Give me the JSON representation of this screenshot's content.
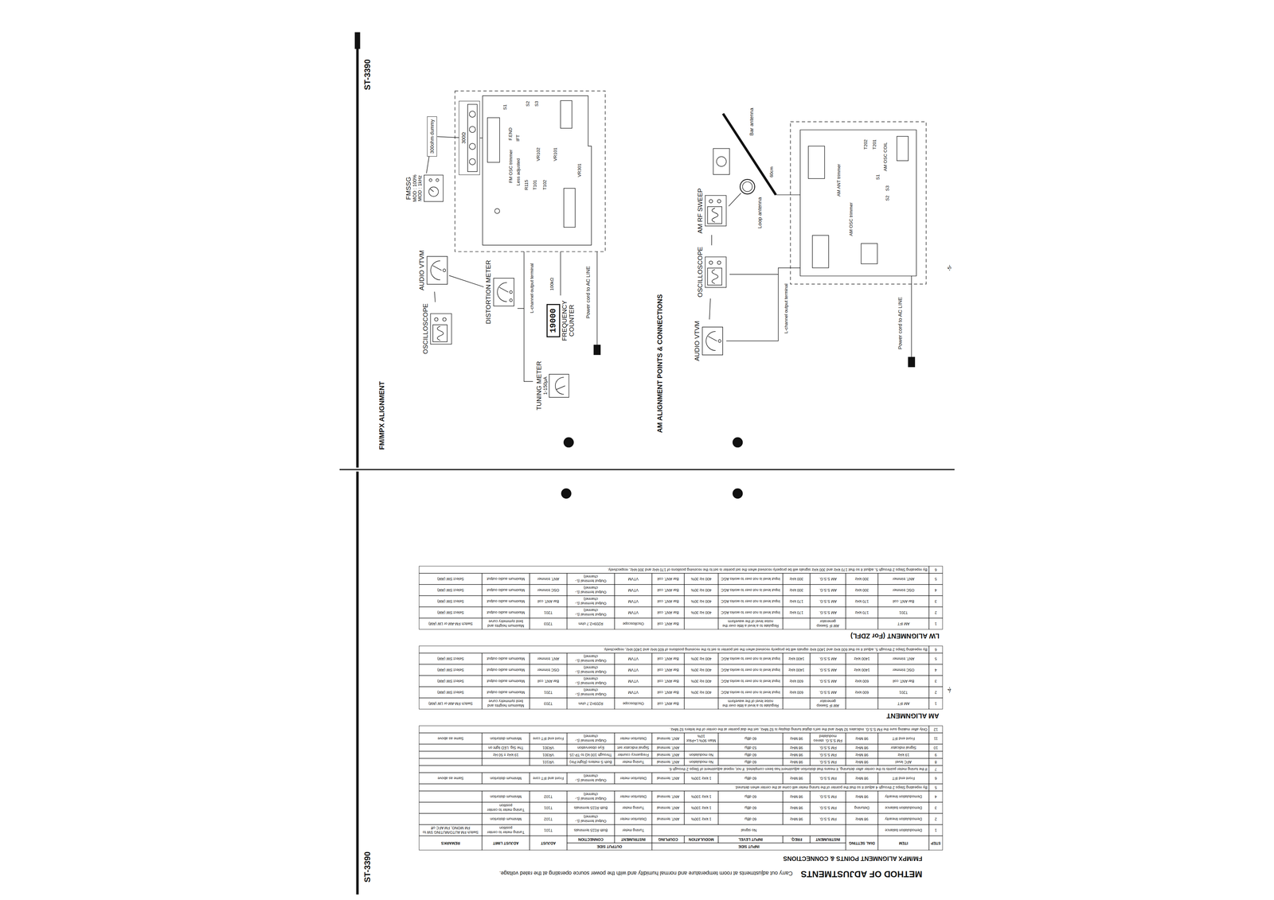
{
  "diagram": {
    "nodes": [
      {
        "text": [
          "OSCILLOSCOPE"
        ]
      },
      {
        "text": [
          "AUDIO VTVM"
        ]
      },
      {
        "text": [
          "DISTORTION METER"
        ]
      },
      {
        "text": [
          "FMSSG",
          "MOD : 100%",
          "MOD : 1kHz"
        ]
      },
      {
        "text": [
          "300ohm dummy"
        ]
      },
      {
        "text": [
          "300Ω"
        ]
      },
      {
        "text": [
          "19000",
          "FREQUENCY COUNTER"
        ]
      },
      {
        "text": [
          "TUNING METER",
          "1-150μA"
        ]
      },
      {
        "text": [
          "AUDIO VTVM"
        ]
      },
      {
        "text": [
          "OSCILLOSCOPE"
        ]
      },
      {
        "text": [
          "AM RF SWEEP"
        ]
      }
    ],
    "edges": [
      {
        "from": 0,
        "to": 1,
        "arrow": "none"
      },
      {
        "from": 1,
        "to": 2,
        "arrow": "none"
      },
      {
        "from": 3,
        "to": 4,
        "arrow": "none"
      },
      {
        "from": 4,
        "to": 5,
        "arrow": "none"
      },
      {
        "from": 8,
        "to": 9,
        "arrow": "none"
      },
      {
        "from": 9,
        "to": 10,
        "arrow": "none"
      }
    ],
    "labels": [
      "ST-3390",
      "ST-3390",
      "FM/MPX ALIGNMENT",
      "AM ALIGNMENT POINTS & CONNECTIONS",
      "FM OSC trimmer",
      "F.END",
      "Less adjusted",
      "IFT",
      "R115",
      "T101",
      "VR102",
      "T102",
      "VR101",
      "VR301",
      "S1",
      "S2",
      "S3",
      "L-channel output terminal",
      "100kΩ",
      "Power cord to AC LINE",
      "Bar antenna",
      "Loop antenna",
      "60cm",
      "AM ANT trimmer",
      "AM OSC trimmer",
      "T202",
      "T201",
      "AM OSC COIL",
      "S1",
      "S3",
      "S2",
      "L-channel output terminal",
      "Power cord to AC LINE",
      "-5-",
      "-4-",
      "METHOD OF ADJUSTMENTS",
      "Carry out adjustments at room temperature and normal humidity and with the power source operating at the rated voltage.",
      "FM/MPX ALIGNMENT POINTS & CONNECTIONS",
      "STEP",
      "ITEM",
      "DIAL SETTING",
      "INPUT SIDE",
      "OUTPUT SIDE",
      "ADJUST",
      "ADJUST LIMIT",
      "REMARKS",
      "INSTRUMENT",
      "FREQ.",
      "INPUT LEVEL",
      "MODULATION",
      "COUPLING",
      "INSTRUMENT",
      "CONNECTION",
      "1",
      "Demodulation balance",
      "No signal",
      "Tuning meter",
      "Both R115 terminals",
      "T101",
      "Tuning meter to center position",
      "Switch FM AUTO/MUTING SW to FM MONO, FM AFC off",
      "2",
      "Demodulation linearity",
      "98 MHz",
      "FM S.S.G.",
      "98 MHz",
      "60 dBμ",
      "1 kHz 100%",
      "ANT. terminal",
      "Distortion meter",
      "Output terminal (L-channel)",
      "T102",
      "Minimum distortion",
      "3",
      "Demodulation balance",
      "Detuning",
      "FM S.S.G.",
      "98 MHz",
      "60 dBμ",
      "1 kHz 100%",
      "ANT. terminal",
      "Tuning meter",
      "Both R115 terminals",
      "T101",
      "Tuning meter to center position",
      "4",
      "Demodulation linearity",
      "98 MHz",
      "FM S.S.G.",
      "98 MHz",
      "60 dBμ",
      "1 kHz 100%",
      "ANT. terminal",
      "Distortion meter",
      "Output terminal (L-channel)",
      "T102",
      "Minimum distortion",
      "5",
      "By repeating Steps 2 through 4 adjust it so that the pointer of the tuning meter will come at the center when detuned.",
      "6",
      "Front end IFT",
      "98 MHz",
      "FM S.S.G.",
      "98 MHz",
      "60 dBμ",
      "1 kHz 100%",
      "ANT. terminal",
      "Distortion meter",
      "Output terminal (L-channel)",
      "Front and IFT core",
      "Minimum distortion",
      "Same as above",
      "7",
      "If the tuning meter points to the center after detuning, it means that distortion adjustment has been completed. If not, repeat adjustment of Steps 2 through 6.",
      "8",
      "AFC level",
      "98 MHz",
      "FM S.S.G.",
      "98 MHz",
      "60 dBμ",
      "No modulation",
      "ANT. terminal",
      "Tuning meter",
      "Both S meters (Right Pin)",
      "VR101",
      "9",
      "19 kHz",
      "98 MHz",
      "FM S.S.G.",
      "98 MHz",
      "60 dBμ",
      "No modulation",
      "ANT. terminal",
      "Frequency counter",
      "Through 100 kΩ to TP-15",
      "VR301",
      "19 kHz ± 50 Hz",
      "10",
      "Signal indicator",
      "98 MHz",
      "FM S.S.G.",
      "98 MHz",
      "53 dBμ",
      "ANT. terminal",
      "Signal indicator set",
      "Eye observation",
      "VR301",
      "The Sig. LED light on",
      "11",
      "Front end IFT",
      "98 MHz",
      "FM S.S.G. stereo modulated",
      "98 MHz",
      "60 dBμ",
      "Main 90% L+Pilot 10%",
      "ANT. terminal",
      "Distortion meter",
      "Output terminal (L-channel)",
      "Front end IFT core",
      "Minimum distortion",
      "Same as above",
      "12",
      "Only after making sure the FM S.S.G. indicates 92 MHz and the set's digital tuning display is 92 MHz, set the dial pointer at the center of the letters 92 MHz.",
      "AM ALIGNMENT",
      "1",
      "AM IFT",
      "AM IF Sweep generator",
      "Regulate to a level a little over the noise level of the waveform",
      "Bar ANT. coil",
      "Oscilloscope",
      "R209=2.7 ohm",
      "T203",
      "Maximum heights and best symmetry curve",
      "Switch FM-AM or LW (AM)",
      "2",
      "T201",
      "600 kHz",
      "AM S.S.G.",
      "600 kHz",
      "Input level is not over to works AGC",
      "400 Hz 30%",
      "Bar ANT. coil",
      "VTVM",
      "Output terminal (L-channel)",
      "T201",
      "Maximum audio output",
      "Select SW (AM)",
      "3",
      "Bar ANT. coil",
      "600 kHz",
      "AM S.S.G.",
      "600 kHz",
      "Input level is not over to works AGC",
      "400 Hz 30%",
      "Bar ANT. coil",
      "VTVM",
      "Output terminal (L-channel)",
      "Bar ANT. coil",
      "Maximum audio output",
      "Select SW (AM)",
      "4",
      "OSC trimmer",
      "1400 kHz",
      "AM S.S.G.",
      "1400 kHz",
      "Input level is not over to works AGC",
      "400 Hz 30%",
      "Bar ANT. coil",
      "VTVM",
      "Output terminal (L-channel)",
      "OSC trimmer",
      "Maximum audio output",
      "Select SW (AM)",
      "5",
      "ANT. trimmer",
      "1400 kHz",
      "AM S.S.G.",
      "1400 kHz",
      "Input level is not over to works AGC",
      "400 Hz 30%",
      "Bar ANT. coil",
      "VTVM",
      "Output terminal (L-channel)",
      "ANT. trimmer",
      "Maximum audio output",
      "Select SW (AM)",
      "6",
      "By repeating Steps 2 through 5, adjust it so that 600 kHz and 1400 kHz signals will be properly received when the set pointer is set to the receiving positions of 600 kHz and 1400 kHz, respectively.",
      "LW ALIGNMENT (For ZDFL)",
      "1",
      "AM IFT",
      "AM IF Sweep generator",
      "Regulate to a level a little over the noise level of the waveform",
      "Bar ANT. coil",
      "Oscilloscope",
      "R209=2.7 ohm",
      "T203",
      "Maximum heights and best symmetry curve",
      "Switch FM-AM or LW (AM)",
      "2",
      "T201",
      "170 kHz",
      "AM S.S.G.",
      "170 kHz",
      "Input level is not over to works AGC",
      "400 Hz 30%",
      "Bar ANT. coil",
      "VTVM",
      "Output terminal (L-channel)",
      "T201",
      "Maximum audio output",
      "Select SW (AM)",
      "3",
      "Bar ANT. coil",
      "170 kHz",
      "AM S.S.G.",
      "170 kHz",
      "Input level is not over to works AGC",
      "400 Hz 30%",
      "Bar ANT. coil",
      "VTVM",
      "Output terminal (L-channel)",
      "Bar ANT. coil",
      "Maximum audio output",
      "Select SW (AM)",
      "4",
      "OSC trimmer",
      "300 kHz",
      "AM S.S.G.",
      "300 kHz",
      "Input level is not over to works AGC",
      "400 Hz 30%",
      "Bar ANT. coil",
      "VTVM",
      "Output terminal (L-channel)",
      "OSC trimmer",
      "Maximum audio output",
      "Select SW (AM)",
      "5",
      "ANT. trimmer",
      "300 kHz",
      "AM S.S.G.",
      "300 kHz",
      "Input level is not over to works AGC",
      "400 Hz 30%",
      "Bar ANT. coil",
      "VTVM",
      "Output terminal (L-channel)",
      "ANT. trimmer",
      "Maximum audio output",
      "Select SW (AM)",
      "6",
      "By repeating Steps 2 through 5, adjust it so that 170 kHz and 300 kHz signals will be properly received when the set pointer is set to the receiving positions of 170 kHz and 300 kHz, respectively."
    ]
  }
}
